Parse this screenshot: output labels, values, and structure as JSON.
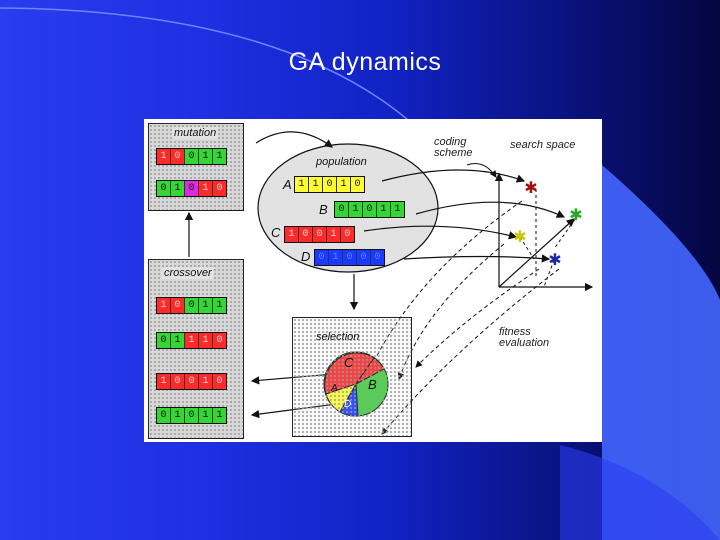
{
  "slide": {
    "title": "GA dynamics"
  },
  "figure": {
    "mutation": {
      "label": "mutation",
      "chromosomes": [
        {
          "bits": [
            "1",
            "0",
            "0",
            "1",
            "1"
          ],
          "colors": [
            "r",
            "r",
            "g",
            "g",
            "g"
          ],
          "white": [
            0,
            1
          ]
        },
        {
          "bits": [
            "0",
            "1",
            "0",
            "1",
            "0"
          ],
          "colors": [
            "g",
            "g",
            "m",
            "r",
            "r"
          ],
          "white": [
            3,
            4
          ]
        }
      ]
    },
    "crossover": {
      "label": "crossover",
      "chromosomes": [
        {
          "bits": [
            "1",
            "0",
            "0",
            "1",
            "1"
          ],
          "colors": [
            "r",
            "r",
            "g",
            "g",
            "g"
          ],
          "white": [
            0,
            1
          ]
        },
        {
          "bits": [
            "0",
            "1",
            "1",
            "1",
            "0"
          ],
          "colors": [
            "g",
            "g",
            "r",
            "r",
            "r"
          ],
          "white": [
            2,
            3,
            4
          ]
        },
        {
          "bits": [
            "1",
            "0",
            "0",
            "1",
            "0"
          ],
          "colors": [
            "r",
            "r",
            "r",
            "r",
            "r"
          ],
          "white": [
            0,
            1,
            2,
            3,
            4
          ]
        },
        {
          "bits": [
            "0",
            "1",
            "0",
            "1",
            "1"
          ],
          "colors": [
            "g",
            "g",
            "g",
            "g",
            "g"
          ],
          "white": []
        }
      ]
    },
    "population": {
      "label": "population",
      "members": [
        {
          "letter": "A",
          "bits": [
            "1",
            "1",
            "0",
            "1",
            "0"
          ],
          "color": "y"
        },
        {
          "letter": "B",
          "bits": [
            "0",
            "1",
            "0",
            "1",
            "1"
          ],
          "color": "g"
        },
        {
          "letter": "C",
          "bits": [
            "1",
            "0",
            "0",
            "1",
            "0"
          ],
          "color": "r"
        },
        {
          "letter": "D",
          "bits": [
            "0",
            "1",
            "0",
            "0",
            "0"
          ],
          "color": "b"
        }
      ]
    },
    "selection": {
      "label": "selection",
      "slices": [
        {
          "letter": "C",
          "color": "#ff2a2a"
        },
        {
          "letter": "B",
          "color": "#33d633"
        },
        {
          "letter": "A",
          "color": "#ffff33"
        },
        {
          "letter": "D",
          "color": "#1a3aff"
        }
      ]
    },
    "coding_scheme": "coding\nscheme",
    "search_space": "search space",
    "fitness_evaluation": "fitness\nevaluation"
  }
}
